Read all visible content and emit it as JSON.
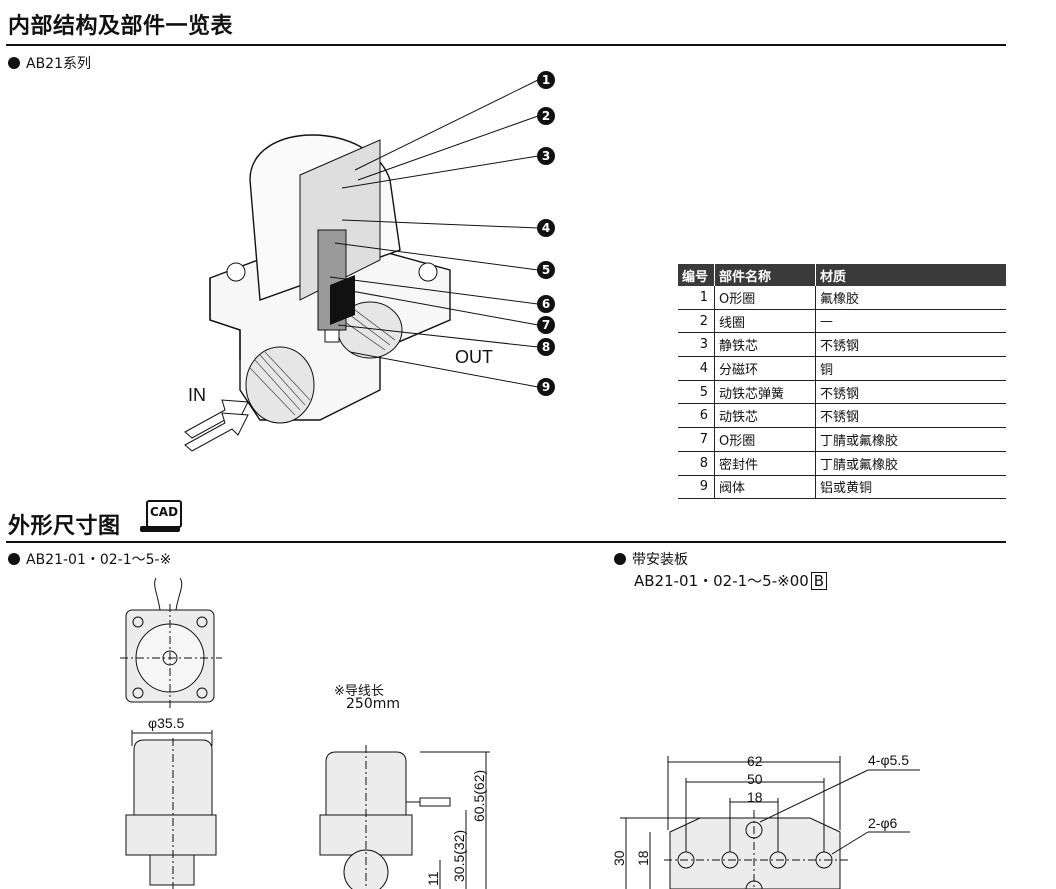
{
  "section1": {
    "title": "内部结构及部件一览表",
    "series": "AB21系列",
    "callouts": [
      "1",
      "2",
      "3",
      "4",
      "5",
      "6",
      "7",
      "8",
      "9"
    ],
    "label_in": "IN",
    "label_out": "OUT"
  },
  "parts_table": {
    "headers": [
      "编号",
      "部件名称",
      "材质"
    ],
    "rows": [
      [
        "1",
        "O形圈",
        "氟橡胶"
      ],
      [
        "2",
        "线圈",
        "—"
      ],
      [
        "3",
        "静铁芯",
        "不锈钢"
      ],
      [
        "4",
        "分磁环",
        "铜"
      ],
      [
        "5",
        "动铁芯弹簧",
        "不锈钢"
      ],
      [
        "6",
        "动铁芯",
        "不锈钢"
      ],
      [
        "7",
        "O形圈",
        "丁腈或氟橡胶"
      ],
      [
        "8",
        "密封件",
        "丁腈或氟橡胶"
      ],
      [
        "9",
        "阀体",
        "铝或黄铜"
      ]
    ]
  },
  "section2": {
    "title": "外形尺寸图",
    "cad_label": "CAD",
    "left_model": "AB21-01・02-1～5-※",
    "right_heading": "带安装板",
    "right_model": "AB21-01・02-1～5-※00",
    "right_model_suffix": "B",
    "lead_note_line1": "※导线长",
    "lead_note_line2": "250mm",
    "dim_dia": "φ35.5",
    "dim_height1": "60.5(62)",
    "dim_height2": "30.5(32)",
    "dim_height3": "11",
    "dim_w62": "62",
    "dim_w50": "50",
    "dim_w18": "18",
    "dim_v30": "30",
    "dim_v18": "18",
    "dim_holes1": "4-φ5.5",
    "dim_holes2": "2-φ6"
  }
}
